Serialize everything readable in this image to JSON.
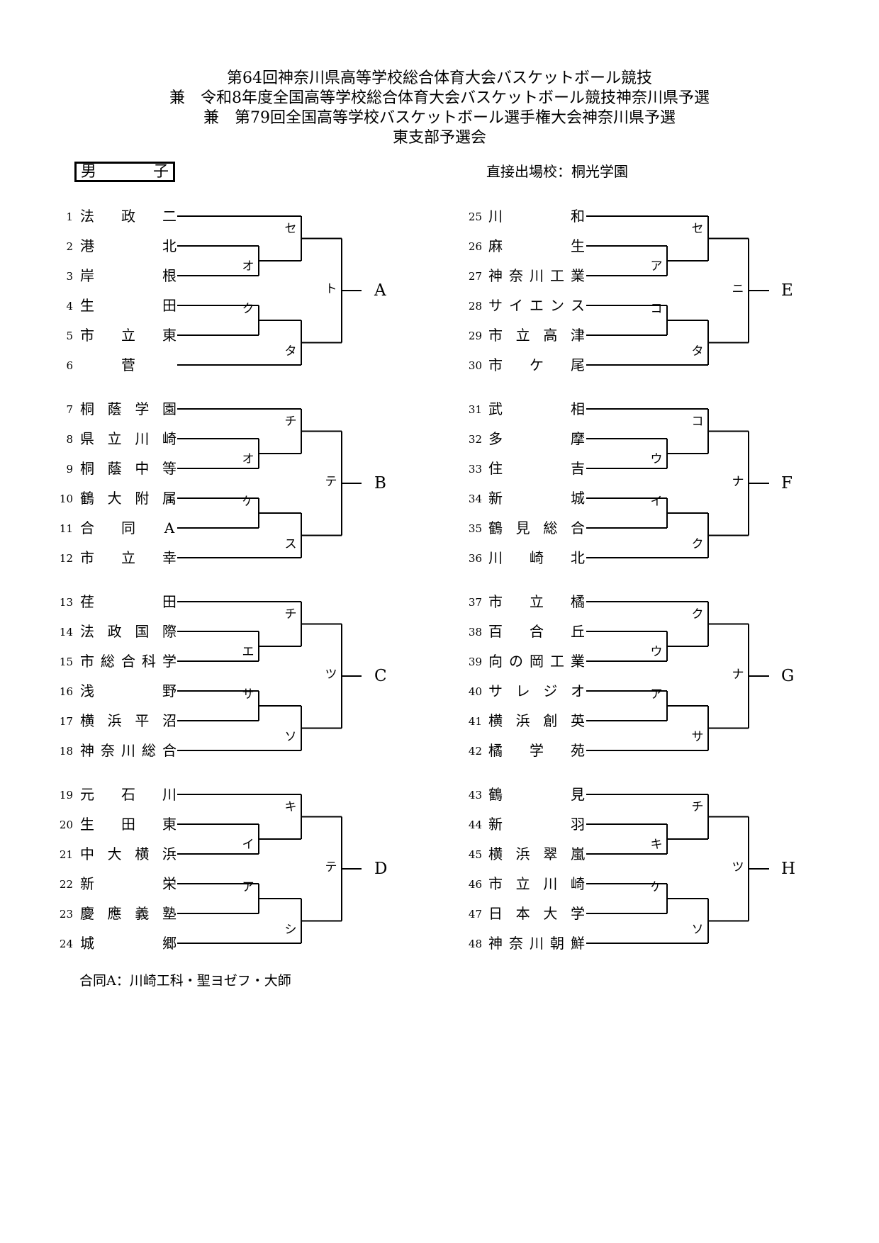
{
  "header": {
    "lines": [
      "第64回神奈川県高等学校総合体育大会バスケットボール競技",
      "兼　令和8年度全国高等学校総合体育大会バスケットボール競技神奈川県予選",
      "兼　第79回全国高等学校バスケットボール選手権大会神奈川県予選",
      "東支部予選会"
    ]
  },
  "gender": {
    "c1": "男",
    "c2": "子"
  },
  "direct_entry": "直接出場校：桐光学園",
  "note": "合同A：川崎工科・聖ヨゼフ・大師",
  "blocks": [
    {
      "letter": "A",
      "final": "ト",
      "top_semi": "セ",
      "top_q": "オ",
      "bot_semi": "タ",
      "bot_q": "ク",
      "teams": [
        {
          "num": "1",
          "name": "法政二"
        },
        {
          "num": "2",
          "name": "港北"
        },
        {
          "num": "3",
          "name": "岸根"
        },
        {
          "num": "4",
          "name": "生田"
        },
        {
          "num": "5",
          "name": "市立東"
        },
        {
          "num": "6",
          "name": "菅"
        }
      ]
    },
    {
      "letter": "B",
      "final": "テ",
      "top_semi": "チ",
      "top_q": "オ",
      "bot_semi": "ス",
      "bot_q": "ケ",
      "teams": [
        {
          "num": "7",
          "name": "桐蔭学園"
        },
        {
          "num": "8",
          "name": "県立川崎"
        },
        {
          "num": "9",
          "name": "桐蔭中等"
        },
        {
          "num": "10",
          "name": "鶴大附属"
        },
        {
          "num": "11",
          "name": "合同A"
        },
        {
          "num": "12",
          "name": "市立幸"
        }
      ]
    },
    {
      "letter": "C",
      "final": "ツ",
      "top_semi": "チ",
      "top_q": "エ",
      "bot_semi": "ソ",
      "bot_q": "サ",
      "teams": [
        {
          "num": "13",
          "name": "荏田"
        },
        {
          "num": "14",
          "name": "法政国際"
        },
        {
          "num": "15",
          "name": "市総合科学"
        },
        {
          "num": "16",
          "name": "浅野"
        },
        {
          "num": "17",
          "name": "横浜平沼"
        },
        {
          "num": "18",
          "name": "神奈川総合"
        }
      ]
    },
    {
      "letter": "D",
      "final": "テ",
      "top_semi": "キ",
      "top_q": "イ",
      "bot_semi": "シ",
      "bot_q": "ア",
      "teams": [
        {
          "num": "19",
          "name": "元石川"
        },
        {
          "num": "20",
          "name": "生田東"
        },
        {
          "num": "21",
          "name": "中大横浜"
        },
        {
          "num": "22",
          "name": "新栄"
        },
        {
          "num": "23",
          "name": "慶應義塾"
        },
        {
          "num": "24",
          "name": "城郷"
        }
      ]
    },
    {
      "letter": "E",
      "final": "ニ",
      "top_semi": "セ",
      "top_q": "ア",
      "bot_semi": "タ",
      "bot_q": "コ",
      "teams": [
        {
          "num": "25",
          "name": "川和"
        },
        {
          "num": "26",
          "name": "麻生"
        },
        {
          "num": "27",
          "name": "神奈川工業"
        },
        {
          "num": "28",
          "name": "サイエンス"
        },
        {
          "num": "29",
          "name": "市立高津"
        },
        {
          "num": "30",
          "name": "市ケ尾"
        }
      ]
    },
    {
      "letter": "F",
      "final": "ナ",
      "top_semi": "コ",
      "top_q": "ウ",
      "bot_semi": "ク",
      "bot_q": "イ",
      "teams": [
        {
          "num": "31",
          "name": "武相"
        },
        {
          "num": "32",
          "name": "多摩"
        },
        {
          "num": "33",
          "name": "住吉"
        },
        {
          "num": "34",
          "name": "新城"
        },
        {
          "num": "35",
          "name": "鶴見総合"
        },
        {
          "num": "36",
          "name": "川崎北"
        }
      ]
    },
    {
      "letter": "G",
      "final": "ナ",
      "top_semi": "ク",
      "top_q": "ウ",
      "bot_semi": "サ",
      "bot_q": "ア",
      "teams": [
        {
          "num": "37",
          "name": "市立橘"
        },
        {
          "num": "38",
          "name": "百合丘"
        },
        {
          "num": "39",
          "name": "向の岡工業"
        },
        {
          "num": "40",
          "name": "サレジオ"
        },
        {
          "num": "41",
          "name": "横浜創英"
        },
        {
          "num": "42",
          "name": "橘学苑"
        }
      ]
    },
    {
      "letter": "H",
      "final": "ツ",
      "top_semi": "チ",
      "top_q": "キ",
      "bot_semi": "ソ",
      "bot_q": "ケ",
      "teams": [
        {
          "num": "43",
          "name": "鶴見"
        },
        {
          "num": "44",
          "name": "新羽"
        },
        {
          "num": "45",
          "name": "横浜翠嵐"
        },
        {
          "num": "46",
          "name": "市立川崎"
        },
        {
          "num": "47",
          "name": "日本大学"
        },
        {
          "num": "48",
          "name": "神奈川朝鮮"
        }
      ]
    }
  ]
}
